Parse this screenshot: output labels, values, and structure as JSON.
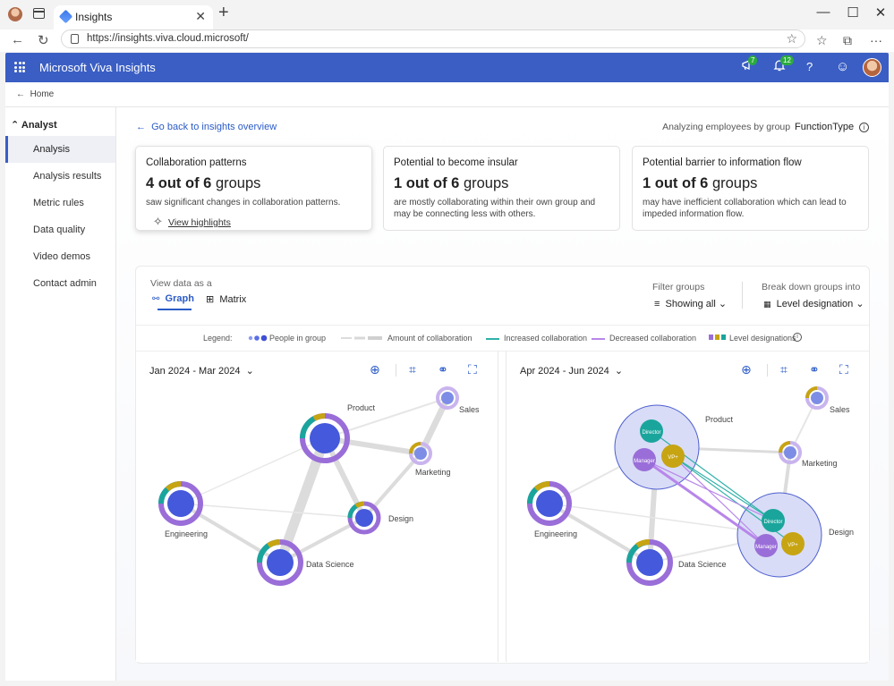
{
  "browser": {
    "tab_title": "Insights",
    "url": "https://insights.viva.cloud.microsoft/"
  },
  "app": {
    "title": "Microsoft Viva Insights",
    "announce_badge": "7",
    "notif_badge": "12",
    "help": "?",
    "brand_color": "#3a5ec4"
  },
  "breadcrumb": {
    "home": "Home"
  },
  "sidebar": {
    "heading": "Analyst",
    "items": [
      {
        "label": "Analysis"
      },
      {
        "label": "Analysis results"
      },
      {
        "label": "Metric rules"
      },
      {
        "label": "Data quality"
      },
      {
        "label": "Video demos"
      },
      {
        "label": "Contact admin"
      }
    ]
  },
  "main": {
    "back_link": "Go back to insights overview",
    "analyzing_prefix": "Analyzing employees by group",
    "analyzing_value": "FunctionType"
  },
  "cards": [
    {
      "title": "Collaboration patterns",
      "count": "4 out of 6",
      "unit": "groups",
      "desc": "saw significant changes in collaboration patterns.",
      "link": "View highlights"
    },
    {
      "title": "Potential to become insular",
      "count": "1 out of 6",
      "unit": "groups",
      "desc": "are mostly collaborating within their own group and may be connecting less with others."
    },
    {
      "title": "Potential barrier to information flow",
      "count": "1 out of 6",
      "unit": "groups",
      "desc": "may have inefficient collaboration which can lead to impeded information flow."
    }
  ],
  "view": {
    "label": "View data as a",
    "tab_graph": "Graph",
    "tab_matrix": "Matrix",
    "filter_label": "Filter groups",
    "filter_value": "Showing all",
    "breakdown_label": "Break down groups into",
    "breakdown_value": "Level designation"
  },
  "legend": {
    "title": "Legend:",
    "people": "People in group",
    "amount": "Amount of collaboration",
    "increased": "Increased collaboration",
    "decreased": "Decreased collaboration",
    "levels": "Level designations",
    "color_increased": "#2fb1a8",
    "color_decreased": "#b886ea"
  },
  "graphs": {
    "left_period": "Jan 2024 - Mar 2024",
    "right_period": "Apr 2024 - Jun 2024",
    "nodes": {
      "product": "Product",
      "sales": "Sales",
      "marketing": "Marketing",
      "engineering": "Engineering",
      "design": "Design",
      "data_science": "Data Science"
    },
    "levels": {
      "director": "Director",
      "manager": "Manager",
      "vp": "VP+"
    }
  }
}
